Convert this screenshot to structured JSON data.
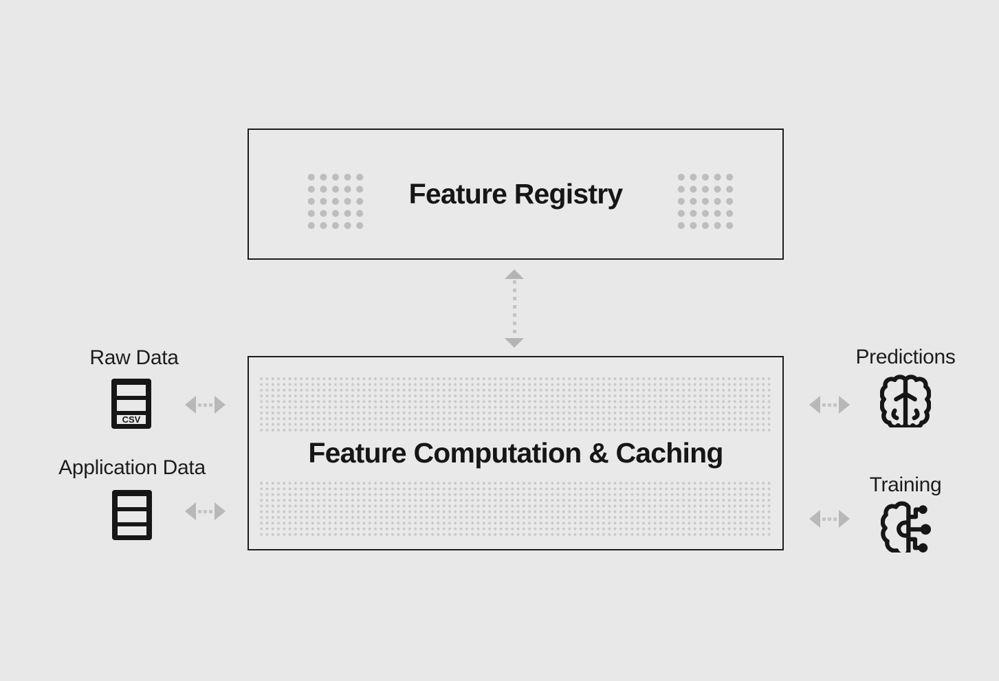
{
  "boxes": {
    "registry": {
      "title": "Feature Registry"
    },
    "computation": {
      "title": "Feature Computation & Caching"
    }
  },
  "inputs": [
    {
      "label": "Raw Data",
      "icon": "csv-file-icon",
      "file_badge": "CSV"
    },
    {
      "label": "Application Data",
      "icon": "table-icon"
    }
  ],
  "outputs": [
    {
      "label": "Predictions",
      "icon": "brain-icon"
    },
    {
      "label": "Training",
      "icon": "brain-circuit-icon"
    }
  ],
  "connectors": {
    "registry_computation": "vertical-bidirectional-dashed-arrow-icon",
    "sides": "horizontal-bidirectional-dashed-arrow-icon"
  },
  "colors": {
    "background": "#e8e8e8",
    "box_border": "#1c1c1c",
    "text": "#161616",
    "large_dots": "#bdbdbd",
    "small_dots": "#c9c9c9",
    "arrows": "#b8b8b8"
  }
}
